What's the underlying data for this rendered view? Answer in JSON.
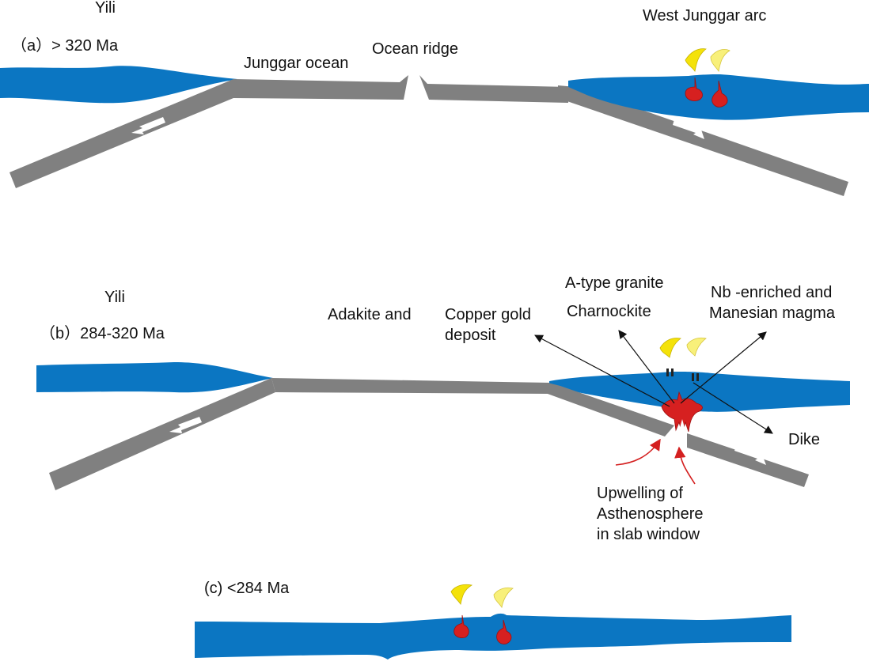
{
  "panel_a": {
    "label": "（a）> 320 Ma",
    "yili": "Yili",
    "ocean": "Junggar ocean",
    "ridge": "Ocean ridge",
    "arc": "West Junggar arc"
  },
  "panel_b": {
    "label": "（b）284-320 Ma",
    "yili": "Yili",
    "adakite": "Adakite and",
    "copper_line1": "Copper gold",
    "copper_line2": "deposit",
    "atype": "A-type granite",
    "charno": "Charnockite",
    "nb_line1": "Nb -enriched and",
    "nb_line2": "Manesian magma",
    "dike": "Dike",
    "upwell_line1": "Upwelling of",
    "upwell_line2": "Asthenosphere",
    "upwell_line3": "in slab window"
  },
  "panel_c": {
    "label": "(c) <284 Ma"
  },
  "colors": {
    "crust": "#0b76c2",
    "slab": "#808080",
    "volcano": "#f4e20a",
    "magma": "#d62020"
  }
}
